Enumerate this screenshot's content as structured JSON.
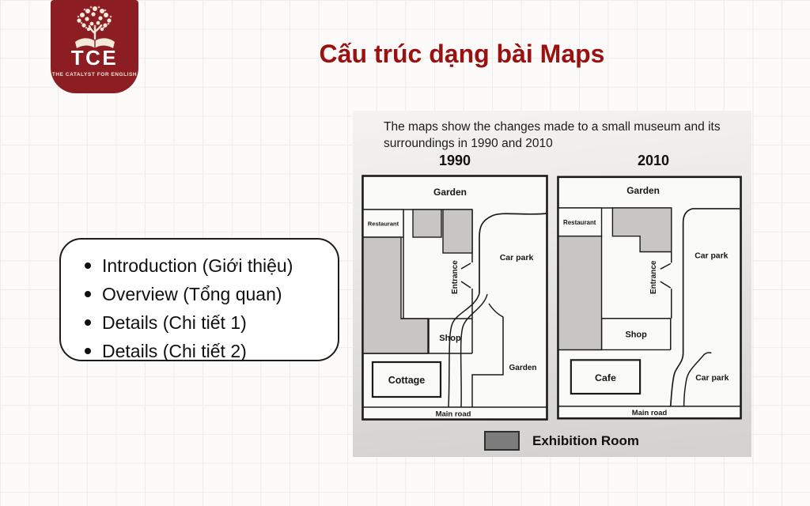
{
  "logo": {
    "text": "TCE",
    "tagline": "THE CATALYST FOR ENGLISH"
  },
  "title": "Cấu trúc dạng bài Maps",
  "outline": {
    "items": [
      "Introduction (Giới thiệu)",
      "Overview (Tổng quan)",
      "Details (Chi tiết 1)",
      "Details (Chi tiết 2)"
    ]
  },
  "figure": {
    "caption_line1": "The maps show the changes made to a small museum and its",
    "caption_line2": "surroundings in 1990 and 2010",
    "legend_label": "Exhibition Room",
    "map_1990": {
      "year": "1990",
      "garden_top": "Garden",
      "restaurant": "Restaurant",
      "entrance": "Entrance",
      "car_park": "Car park",
      "shop": "Shop",
      "cottage": "Cottage",
      "garden_bottom": "Garden",
      "main_road": "Main road"
    },
    "map_2010": {
      "year": "2010",
      "garden_top": "Garden",
      "restaurant": "Restaurant",
      "entrance": "Entrance",
      "car_park_top": "Car park",
      "shop": "Shop",
      "cafe": "Cafe",
      "car_park_bottom": "Car park",
      "main_road": "Main road"
    }
  },
  "colors": {
    "brand_red": "#8b1d23",
    "title_red": "#9b1111",
    "exhibition_room_gray": "#c7c6c5",
    "legend_gray": "#7c7c7c"
  }
}
